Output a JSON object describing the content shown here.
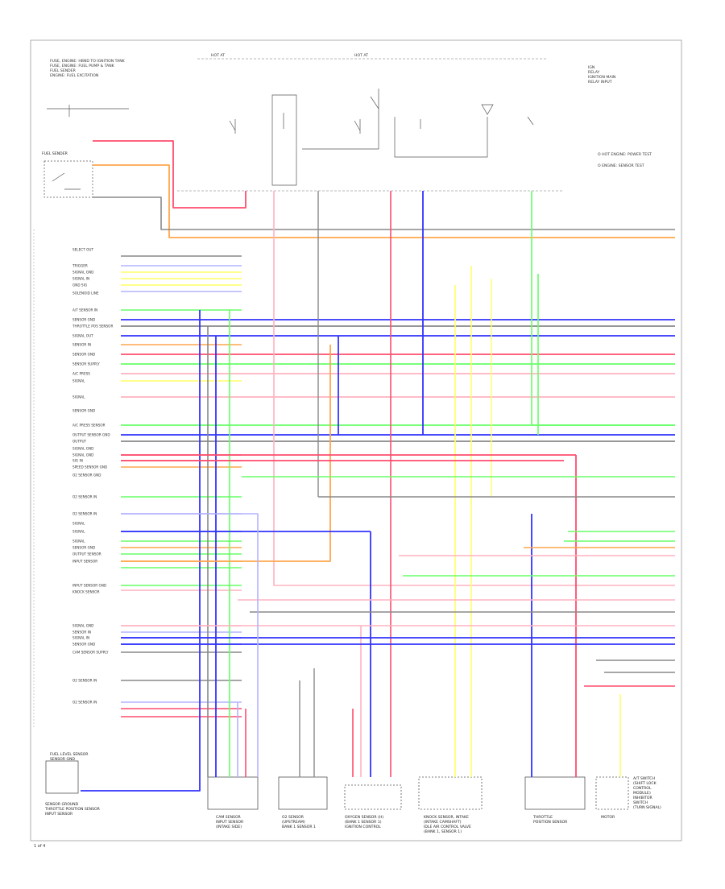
{
  "header": {
    "left_text": [
      "FUSE, ENGINE: HBND TO IGNITION TANK",
      "FUSE, ENGINE: FUEL PUMP & TANK",
      "FUEL SENDER",
      "ENGINE: FUEL EXCITATION"
    ],
    "right_text": [
      "IGN",
      "RELAY",
      "IGNITION MAIN",
      "RELAY INPUT"
    ],
    "hot_at_1": "HOT AT",
    "hot_at_2": "HOT AT",
    "legend_1": "O HOT ENGINE: POWER TEST",
    "legend_2": "O ENGINE: SENSOR TEST"
  },
  "pin_labels": [
    "SELECT OUT",
    "TRIGGER",
    "SIGNAL GND",
    "SIGNAL IN",
    "GND SIG",
    "SOLENOID LINE",
    "A/T SENSOR IN",
    "SENSOR GND",
    "THROTTLE POS SENSOR",
    "SIGNAL OUT",
    "SENSOR IN",
    "SENSOR GND",
    "SENSOR SUPPLY",
    "A/C PRESS",
    "SIGNAL",
    "SIGNAL",
    "SENSOR GND",
    "A/C PRESS SENSOR",
    "OUTPUT SENSOR GND",
    "OUTPUT",
    "SIGNAL GND",
    "SIGNAL GND",
    "SIG IN",
    "SPEED SENSOR GND",
    "O2 SENSOR GND",
    "O2 SENSOR IN",
    "O2 SENSOR IN",
    "SIGNAL",
    "SIGNAL",
    "SIGNAL",
    "SENSOR GND",
    "OUTPUT SENSOR",
    "INPUT SENSOR",
    "INPUT SENSOR GND",
    "KNOCK SENSOR",
    "SIGNAL GND",
    "SENSOR IN",
    "SIGNAL IN",
    "SENSOR GND",
    "CAM SENSOR SUPPLY",
    "O2 SENSOR IN",
    "O2 SENSOR IN"
  ],
  "components": {
    "fuel_sender": "FUEL SENDER",
    "left_sensor": [
      "FUEL LEVEL SENSOR",
      "SENSOR GND"
    ],
    "bottom_left": [
      "SENSOR GROUND",
      "THROTTLE POSITION SENSOR",
      "INPUT SENSOR"
    ],
    "c1": [
      "CAM SENSOR",
      "INPUT SENSOR",
      "(INTAKE SIDE)"
    ],
    "c2": [
      "O2 SENSOR",
      "(UPSTREAM)",
      "BANK 1 SENSOR 1"
    ],
    "c3": [
      "OXYGEN SENSOR (H)",
      "(BANK 1 SENSOR 1)",
      "IGNITION CONTROL"
    ],
    "c4": [
      "KNOCK SENSOR, INTAKE",
      "(INTAKE CAMSHAFT)",
      "IDLE AIR CONTROL VALVE",
      "(BANK 1, SENSOR 1)"
    ],
    "c5": [
      "THROTTLE",
      "POSITION SENSOR"
    ],
    "c6": [
      "MOTOR"
    ],
    "c7": [
      "A/T SWITCH",
      "(SHIFT LOCK",
      "CONTROL",
      "MODULE)",
      "INHIBITOR",
      "SWITCH",
      "(TURN SIGNAL)"
    ]
  },
  "footer": "1 of 4",
  "colors": {
    "red": "#ff4d6d",
    "pink": "#ffb3c1",
    "orange": "#ffa64d",
    "yellow": "#ffff66",
    "green": "#66ff66",
    "blue": "#3333ff",
    "lightblue": "#b3b3ff",
    "gray": "#888888",
    "black": "#333333"
  }
}
